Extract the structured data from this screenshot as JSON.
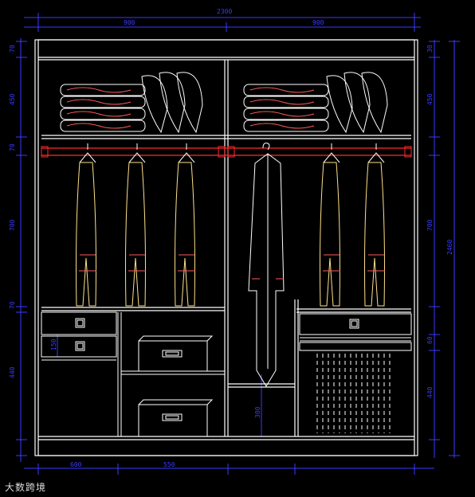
{
  "dimensions": {
    "overall_width": "2300",
    "top_left_width": "900",
    "top_right_width": "900",
    "bottom_left": "600",
    "bottom_mid": "550",
    "left_1": "70",
    "left_2": "450",
    "left_3": "70",
    "left_4": "700",
    "left_5": "70",
    "left_6": "440",
    "right_1": "30",
    "right_2": "450",
    "right_3": "2460",
    "right_4": "700",
    "right_5": "60",
    "right_6": "440",
    "drawer_height": "150",
    "shelf_gap": "300"
  },
  "watermark": "大数跨境",
  "colors": {
    "background": "#000000",
    "line_white": "#ffffff",
    "dimension_blue": "#3a3aff",
    "rod_red": "#ff2a2a",
    "garment_yellow": "#ffe08a",
    "garment_red": "#ff5a5a"
  }
}
